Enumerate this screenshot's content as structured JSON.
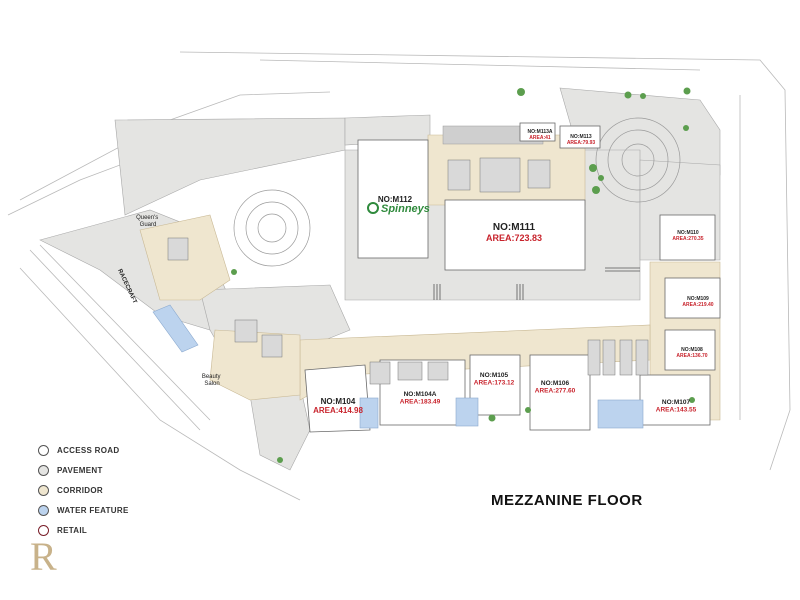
{
  "title": "MEZZANINE FLOOR",
  "colors": {
    "pavement": "#e4e4e2",
    "corridor": "#efe6cf",
    "water": "#bcd3ee",
    "retail_outline": "#7a1f2a",
    "area_text": "#c8232c",
    "tree": "#5c9e4e",
    "logo": "#c8b28a"
  },
  "anchors": {
    "queens_guard": [
      "Queen's",
      "Guard"
    ],
    "racecraft": "RACECRAFT",
    "beauty_salon": [
      "Beauty",
      "Salon"
    ],
    "spinneys": "Spinneys"
  },
  "units": [
    {
      "no": "NO:M111",
      "area": "AREA:723.83",
      "size": "large"
    },
    {
      "no": "NO:M112",
      "area": "",
      "size": "medium"
    },
    {
      "no": "NO:M113A",
      "area": "AREA:41",
      "size": "tiny"
    },
    {
      "no": "NO:M113",
      "area": "AREA:79.93",
      "size": "tiny"
    },
    {
      "no": "NO:M110",
      "area": "AREA:270.35",
      "size": "tiny"
    },
    {
      "no": "NO:M109",
      "area": "AREA:219.40",
      "size": "tiny"
    },
    {
      "no": "NO:M108",
      "area": "AREA:136.70",
      "size": "tiny"
    },
    {
      "no": "NO:M107",
      "area": "AREA:143.55",
      "size": "small"
    },
    {
      "no": "NO:M106",
      "area": "AREA:277.60",
      "size": "small"
    },
    {
      "no": "NO:M105",
      "area": "AREA:173.12",
      "size": "small"
    },
    {
      "no": "NO:M104A",
      "area": "AREA:183.49",
      "size": "small"
    },
    {
      "no": "NO:M104",
      "area": "AREA:414.98",
      "size": "medium"
    }
  ],
  "legend": [
    {
      "key": "access_road",
      "label": "ACCESS ROAD",
      "color": "#ffffff"
    },
    {
      "key": "pavement",
      "label": "PAVEMENT",
      "color": "#e4e4e2"
    },
    {
      "key": "corridor",
      "label": "CORRIDOR",
      "color": "#efe6cf"
    },
    {
      "key": "water_feature",
      "label": "WATER FEATURE",
      "color": "#bcd3ee"
    },
    {
      "key": "retail",
      "label": "RETAIL",
      "color": "#ffffff"
    }
  ],
  "logo_letter": "R"
}
